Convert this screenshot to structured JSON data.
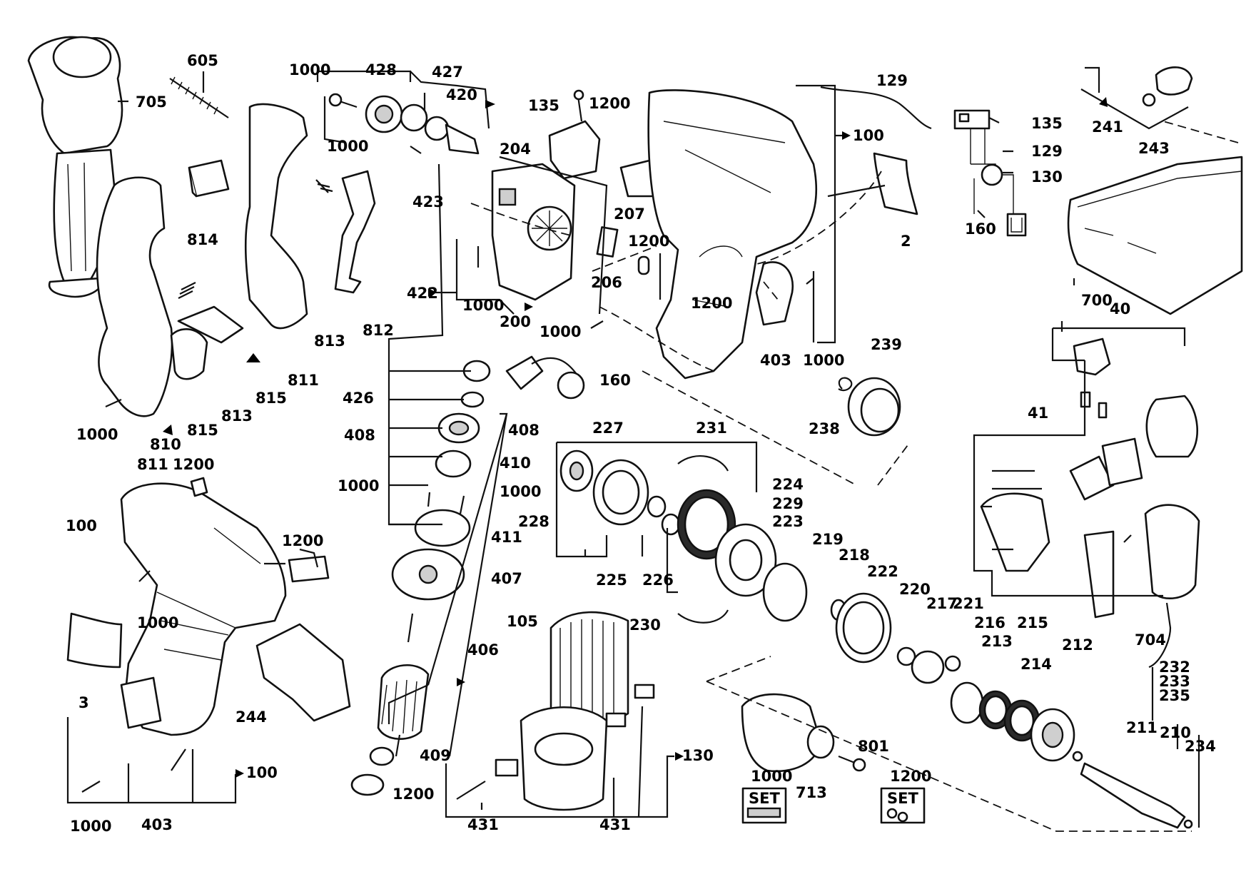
{
  "diagram": {
    "labels": {
      "l705": "705",
      "l605": "605",
      "l1000a": "1000",
      "l428": "428",
      "l427": "427",
      "l420": "420",
      "l1000b": "1000",
      "l423": "423",
      "l135a": "135",
      "l1200a": "1200",
      "l204": "204",
      "l129a": "129",
      "l100a": "100",
      "l135b": "135",
      "l129b": "129",
      "l130a": "130",
      "l160a": "160",
      "l241": "241",
      "l243": "243",
      "l814": "814",
      "l1200b": "1200",
      "l206": "206",
      "l207": "207",
      "l2": "2",
      "l700": "700",
      "l422": "422",
      "l1000c": "1000",
      "l200": "200",
      "l1000d": "1000",
      "l1200c": "1200",
      "l812": "812",
      "l813a": "813",
      "l811a": "811",
      "l403a": "403",
      "l1000e": "1000",
      "l40": "40",
      "l239": "239",
      "l160b": "160",
      "l815a": "815",
      "l813b": "813",
      "l426": "426",
      "l238": "238",
      "l41": "41",
      "l1000f": "1000",
      "l810": "810",
      "l815b": "815",
      "l408a": "408",
      "l408b": "408",
      "l227": "227",
      "l231": "231",
      "l811b": "811",
      "l1200d": "1200",
      "l410": "410",
      "l1000g": "1000",
      "l1000h": "1000",
      "l224": "224",
      "l229": "229",
      "l100b": "100",
      "l228": "228",
      "l223": "223",
      "l1200e": "1200",
      "l411": "411",
      "l219": "219",
      "l218": "218",
      "l222": "222",
      "l220": "220",
      "l407": "407",
      "l225": "225",
      "l226": "226",
      "l1000i": "1000",
      "l105": "105",
      "l230": "230",
      "l217": "217",
      "l221": "221",
      "l216": "216",
      "l215": "215",
      "l213": "213",
      "l212": "212",
      "l214": "214",
      "l704": "704",
      "l232": "232",
      "l233": "233",
      "l235": "235",
      "l406": "406",
      "l3": "3",
      "l244": "244",
      "l211": "211",
      "l210": "210",
      "l801": "801",
      "l234": "234",
      "l409": "409",
      "l130b": "130",
      "l1000j": "1000",
      "l1200f": "1200",
      "l100c": "100",
      "l713": "713",
      "l1200g": "1200",
      "l1000k": "1000",
      "l403b": "403",
      "l431a": "431",
      "l431b": "431",
      "set1": "SET",
      "set2": "SET"
    }
  }
}
